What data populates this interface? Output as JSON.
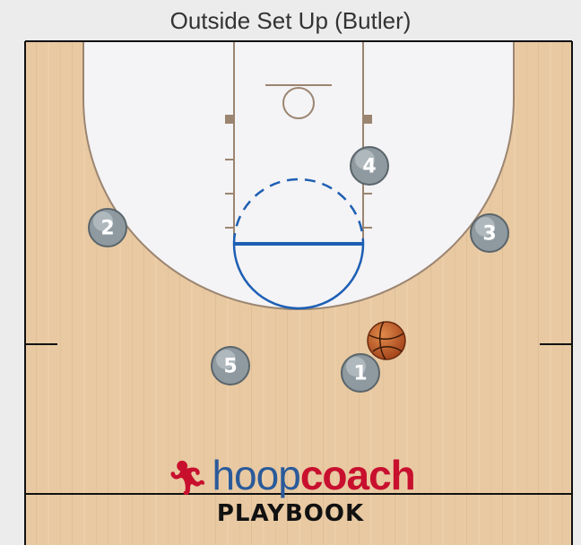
{
  "title": "Outside Set Up (Butler)",
  "court": {
    "wood_color": "#e8c9a2",
    "paint_color": "#f4f3f5",
    "line_color": "#9b8571",
    "restricted_color": "#1d5fb4"
  },
  "players": [
    {
      "number": "1",
      "role": "ball-handler"
    },
    {
      "number": "2"
    },
    {
      "number": "3"
    },
    {
      "number": "4"
    },
    {
      "number": "5"
    }
  ],
  "logo": {
    "figure_icon": "player-silhouette-icon",
    "hoop": "hoop",
    "coach": "coach",
    "playbook": "PLAYBOOK"
  }
}
